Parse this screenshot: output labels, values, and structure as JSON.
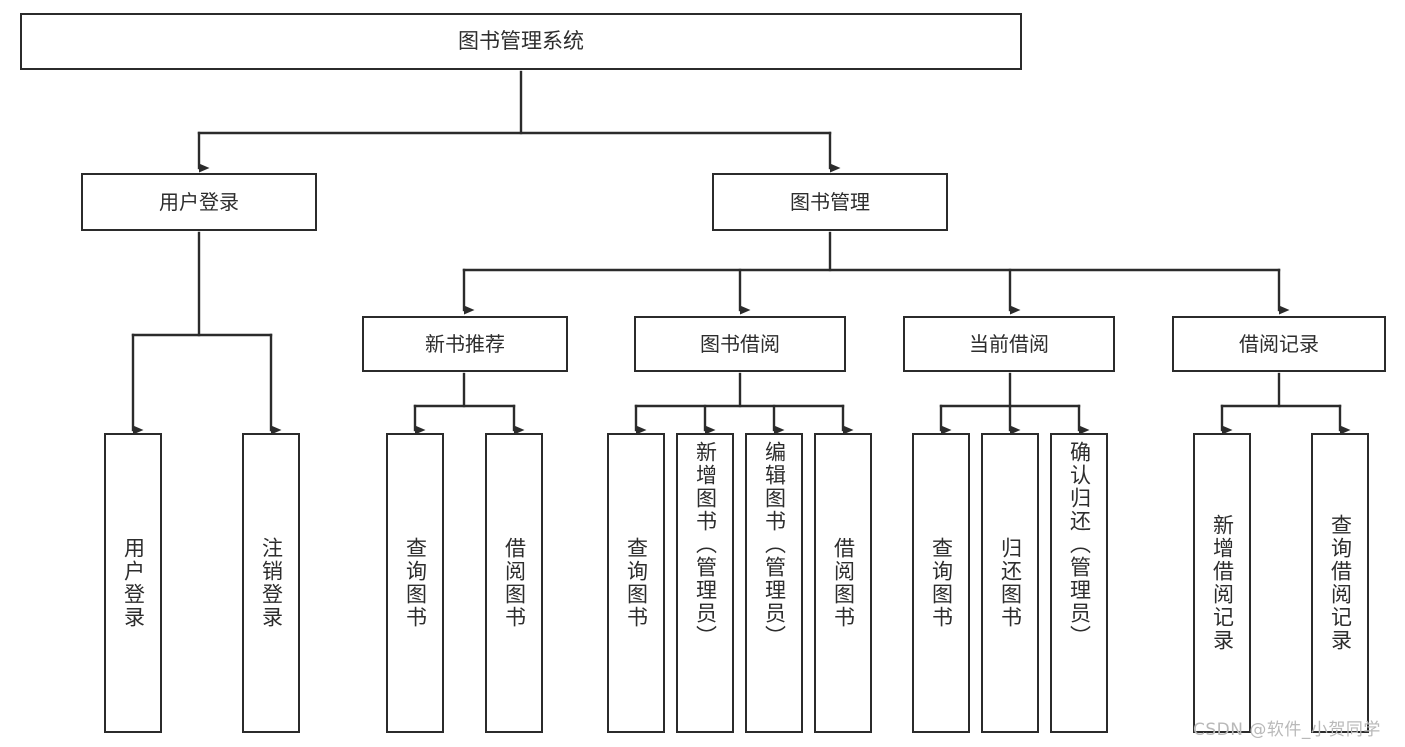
{
  "diagram": {
    "title": "图书管理系统",
    "type": "hierarchy-tree",
    "root": {
      "label": "图书管理系统"
    },
    "level1": [
      {
        "label": "用户登录"
      },
      {
        "label": "图书管理"
      }
    ],
    "level2": [
      {
        "label": "新书推荐"
      },
      {
        "label": "图书借阅"
      },
      {
        "label": "当前借阅"
      },
      {
        "label": "借阅记录"
      }
    ],
    "leaves": {
      "user_login": [
        {
          "label": "用户登录"
        },
        {
          "label": "注销登录"
        }
      ],
      "new_book": [
        {
          "label": "查询图书"
        },
        {
          "label": "借阅图书"
        }
      ],
      "borrow_book": [
        {
          "label": "查询图书"
        },
        {
          "label": "新增图书（管理员）"
        },
        {
          "label": "编辑图书（管理员）"
        },
        {
          "label": "借阅图书"
        }
      ],
      "current_borrow": [
        {
          "label": "查询图书"
        },
        {
          "label": "归还图书"
        },
        {
          "label": "确认归还（管理员）"
        }
      ],
      "borrow_record": [
        {
          "label": "新增借阅记录"
        },
        {
          "label": "查询借阅记录"
        }
      ]
    }
  },
  "watermark": {
    "text": "CSDN @软件_小贺同学"
  },
  "colors": {
    "box_border": "#2b2b2b",
    "text": "#2d2d2d",
    "connector": "#2b2b2b",
    "background": "#ffffff",
    "watermark": "#b9b9b9"
  }
}
